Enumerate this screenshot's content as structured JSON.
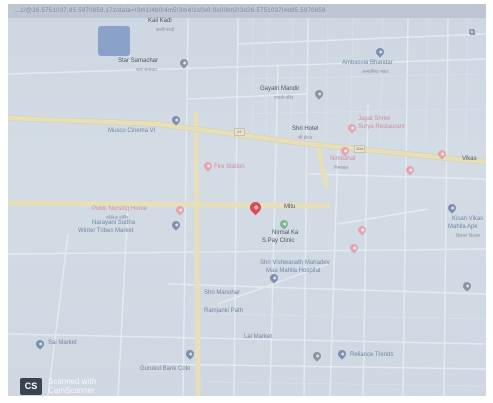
{
  "url_strip": "…1/@26.5751037,85.5970859,17z/data=!3m1!4b0!4m5!3m4!1s0x0:0x0!8m2!3d26.5751037!4d85.5970859",
  "labels": {
    "kali_kadi": "Kali Kadi",
    "kali_kadi_sub": "काली कादी",
    "star_samachar": "Star Samachar",
    "star_samachar_sub": "स्टार समाचार",
    "ambassia_bhandar": "Ambassia Bhandar",
    "ambassia_bhandar_sub": "अम्बासिया भंडार",
    "gayatri_mandir": "Gayatri Mandir",
    "gayatri_mandir_sub": "गायत्री मंदिर",
    "musco_cinema": "Musco Cinema VI",
    "road_badge_1": "27",
    "road_badge_2": "104",
    "shri_hotel": "Shri Hotel",
    "shri_hotel_sub": "श्री होटल",
    "jagat_shree": "Jagat Shree",
    "jagat_shree_2": "Surya Restaurant",
    "nimbahal": "Nimbahal",
    "nimbahal_sub": "निम्बाहल",
    "fire_station": "Fire Station",
    "vikas_road": "Vikas",
    "pubic_nursing": "Pubic Nursing Home",
    "pubic_nursing_sub": "पब्लिक नर्सिंग",
    "mitu": "Mitu",
    "stp": "Nirmal Ka",
    "stp_2": "S.Pay Clinic",
    "narayani": "Narayani Sudha",
    "narayani_2": "Winter Tribes Market",
    "kisan_vikas": "Kisan Vikas",
    "kisan_vikas_2": "Mahila Apk",
    "kisan_vikas_sub": "किसान विकास",
    "lower_1": "Shri Vishwanath Mahadev",
    "lower_1b": "Maa Mahila Hospital",
    "lower_2": "Shri Manohar",
    "lower_3": "Ramjanki Path",
    "lower_4": "Lal Market",
    "lower_5": "Sai Market",
    "lower_6": "Reliance Trends",
    "lower_7": "Gurukul Bank Colo"
  },
  "camscanner": {
    "logo": "CS",
    "line1": "Scanned with",
    "line2": "CamScanner"
  },
  "colors": {
    "background": "#cfd8e2",
    "main_road": "#e6dfb9",
    "minor_road": "#e3e9ef",
    "main_pin": "#e04757",
    "park": "#8ba2c8"
  }
}
